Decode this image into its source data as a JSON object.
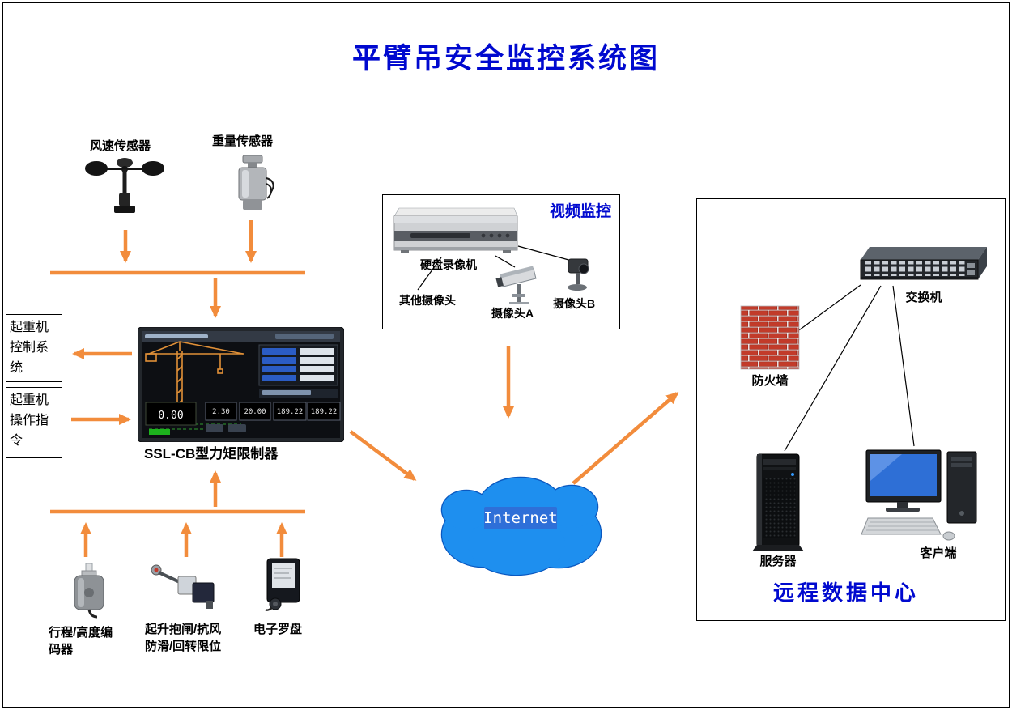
{
  "page": {
    "title": "平臂吊安全监控系统图"
  },
  "colors": {
    "title_blue": "#0009CF",
    "arrow_orange": "#F28C3C",
    "cloud_fill": "#1E8FEF",
    "cloud_border": "#0A58C0",
    "firewall_red": "#C23B2A"
  },
  "sensors": {
    "wind": "风速传感器",
    "weight": "重量传感器"
  },
  "left_boxes": {
    "control_system": "起重机控制系统",
    "operation_command": "起重机操作指令"
  },
  "limiter": {
    "label": "SSL-CB型力矩限制器",
    "displays": [
      "0.00",
      "2.30",
      "20.00",
      "189.22",
      "189.22"
    ]
  },
  "bottom_devices": {
    "encoder": "行程/高度编码器",
    "brake_limit": "起升抱闸/抗风防滑/回转限位",
    "compass": "电子罗盘"
  },
  "video": {
    "title": "视频监控",
    "dvr": "硬盘录像机",
    "other_camera": "其他摄像头",
    "camera_a": "摄像头A",
    "camera_b": "摄像头B"
  },
  "internet": {
    "label": "Internet"
  },
  "datacenter": {
    "title": "远程数据中心",
    "switch": "交换机",
    "firewall": "防火墙",
    "server": "服务器",
    "client": "客户端"
  }
}
